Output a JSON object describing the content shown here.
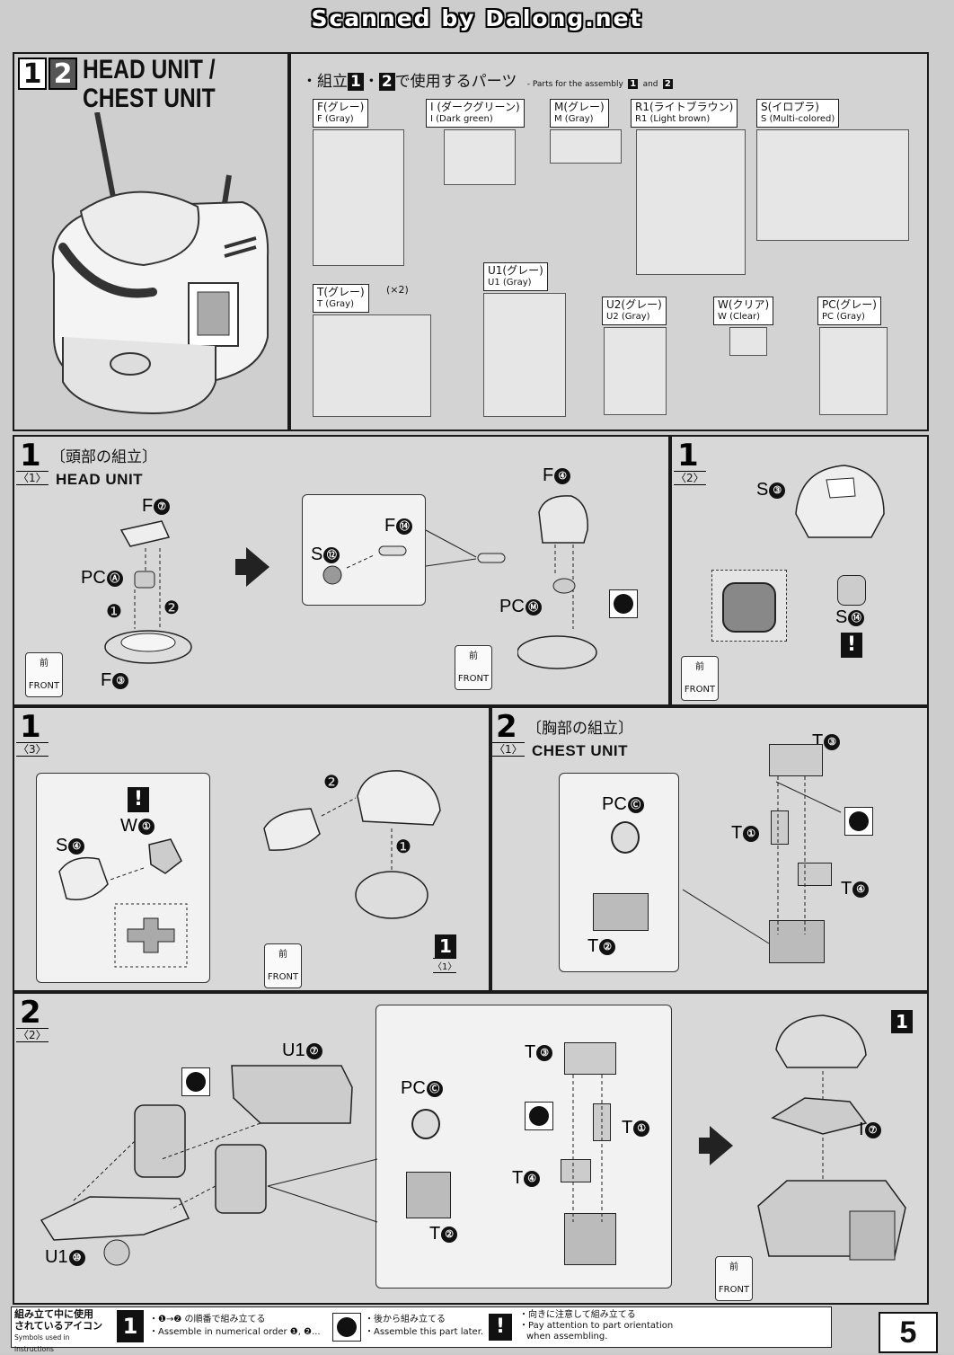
{
  "watermark": "Scanned by Dalong.net",
  "header": {
    "step_nums": [
      "1",
      "2"
    ],
    "title_line1": "HEAD UNIT /",
    "title_line2": "CHEST UNIT",
    "parts_jp_pre": "・組立",
    "parts_n1": "1",
    "parts_mid": "・",
    "parts_n2": "2",
    "parts_jp_post": "で使用するパーツ",
    "parts_en": "- Parts for the assembly",
    "parts_en_n1": "1",
    "parts_en_and": "and",
    "parts_en_n2": "2"
  },
  "runners": [
    {
      "jp": "F(グレー)",
      "en": "F (Gray)"
    },
    {
      "jp": "I (ダークグリーン)",
      "en": "I (Dark green)"
    },
    {
      "jp": "M(グレー)",
      "en": "M (Gray)"
    },
    {
      "jp": "R1(ライトブラウン)",
      "en": "R1 (Light brown)"
    },
    {
      "jp": "S(イロプラ)",
      "en": "S (Multi-colored)"
    },
    {
      "jp": "T(グレー)",
      "en": "T (Gray)",
      "extra": "(×2)"
    },
    {
      "jp": "U1(グレー)",
      "en": "U1 (Gray)"
    },
    {
      "jp": "U2(グレー)",
      "en": "U2 (Gray)"
    },
    {
      "jp": "W(クリア)",
      "en": "W (Clear)"
    },
    {
      "jp": "PC(グレー)",
      "en": "PC (Gray)"
    }
  ],
  "step1_1": {
    "num": "1",
    "sub": "〈1〉",
    "jp": "〔頭部の組立〕",
    "en": "HEAD UNIT"
  },
  "step1_2": {
    "num": "1",
    "sub": "〈2〉"
  },
  "step1_3": {
    "num": "1",
    "sub": "〈3〉"
  },
  "step2_1": {
    "num": "2",
    "sub": "〈1〉",
    "jp": "〔胸部の組立〕",
    "en": "CHEST UNIT"
  },
  "step2_2": {
    "num": "2",
    "sub": "〈2〉"
  },
  "labels": {
    "f7": "F",
    "f7n": "⑦",
    "pca": "PC",
    "pcan": "Ⓐ",
    "f3": "F",
    "f3n": "③",
    "s12": "S",
    "s12n": "⑫",
    "f14": "F",
    "f14n": "⑭",
    "f4": "F",
    "f4n": "④",
    "pcm": "PC",
    "pcmn": "Ⓜ",
    "s3": "S",
    "s3n": "③",
    "s14": "S",
    "s14n": "⑭",
    "w1": "W",
    "w1n": "①",
    "s4": "S",
    "s4n": "④",
    "ref_num": "1",
    "ref_sub": "〈1〉",
    "pcc": "PC",
    "pccn": "Ⓒ",
    "t3": "T",
    "t3n": "③",
    "t1": "T",
    "t1n": "①",
    "t4": "T",
    "t4n": "④",
    "t2": "T",
    "t2n": "②",
    "u17": "U1",
    "u17n": "⑦",
    "u110": "U1",
    "u110n": "⑩",
    "i7": "I",
    "i7n": "⑦",
    "ref2_num": "1",
    "seq1": "❶",
    "seq2": "❷"
  },
  "front_icon": {
    "kanji": "前",
    "en": "FRONT"
  },
  "legend": {
    "title_jp1": "組み立て中に使用",
    "title_jp2": "されているアイコン",
    "title_en": "Symbols used in instructions",
    "seq_jp": "・❶→❷ の順番で組み立てる",
    "seq_en": "・Assemble in numerical order ❶, ❷...",
    "back_jp": "・後から組み立てる",
    "back_en": "・Assemble this part later.",
    "warn_jp": "・向きに注意して組み立てる",
    "warn_en1": "・Pay attention to part orientation",
    "warn_en2": "when assembling."
  },
  "page_number": "5"
}
